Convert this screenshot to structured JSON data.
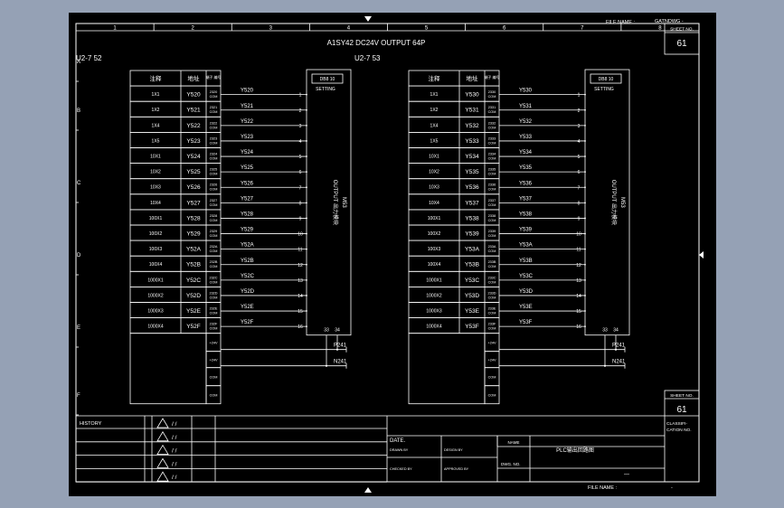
{
  "title": "A1SY42  DC24V OUTPUT 64P",
  "file_name_label": "FILE NAME :",
  "file_name_value": "GATNDWG -",
  "bottom_file_name_label": "FILE NAME :",
  "bottom_file_name_value": "-",
  "sheet_no_label": "SHEET NO.",
  "sheet_no": "61",
  "columns": [
    "1",
    "2",
    "3",
    "4",
    "5",
    "6",
    "7",
    "8"
  ],
  "rows": [
    "A",
    "B",
    "C",
    "D",
    "E",
    "F"
  ],
  "table_header": {
    "annotation": "注释",
    "address": "地址",
    "terminal": "端子 编号"
  },
  "blocks": [
    {
      "label": "U2-7 52",
      "module_top": "DB8 10",
      "module_sub": "SETTING",
      "module_name": "OUTPUT",
      "module_cn": "出力模块",
      "module_id": "M53",
      "pins_bottom": [
        "33",
        "34"
      ],
      "power_p": "P241",
      "power_n": "N241",
      "rows": [
        {
          "note": "1X1",
          "addr": "Y520",
          "term": "2320",
          "pin": "1"
        },
        {
          "note": "1X2",
          "addr": "Y521",
          "term": "2321",
          "pin": "2"
        },
        {
          "note": "1X4",
          "addr": "Y522",
          "term": "2322",
          "pin": "3"
        },
        {
          "note": "1X5",
          "addr": "Y523",
          "term": "2323",
          "pin": "4"
        },
        {
          "note": "10X1",
          "addr": "Y524",
          "term": "2324",
          "pin": "5"
        },
        {
          "note": "10X2",
          "addr": "Y525",
          "term": "2325",
          "pin": "6"
        },
        {
          "note": "10X3",
          "addr": "Y526",
          "term": "2326",
          "pin": "7"
        },
        {
          "note": "10X4",
          "addr": "Y527",
          "term": "2327",
          "pin": "8"
        },
        {
          "note": "100X1",
          "addr": "Y528",
          "term": "2328",
          "pin": "9"
        },
        {
          "note": "100X2",
          "addr": "Y529",
          "term": "2329",
          "pin": "10"
        },
        {
          "note": "100X3",
          "addr": "Y52A",
          "term": "232A",
          "pin": "11"
        },
        {
          "note": "100X4",
          "addr": "Y52B",
          "term": "232B",
          "pin": "12"
        },
        {
          "note": "1000X1",
          "addr": "Y52C",
          "term": "232C",
          "pin": "13"
        },
        {
          "note": "1000X2",
          "addr": "Y52D",
          "term": "232D",
          "pin": "14"
        },
        {
          "note": "1000X3",
          "addr": "Y52E",
          "term": "232E",
          "pin": "15"
        },
        {
          "note": "1000X4",
          "addr": "Y52F",
          "term": "232F",
          "pin": "16"
        }
      ],
      "extra_terms": [
        "+24V",
        "+24V",
        "COM",
        "COM"
      ]
    },
    {
      "label": "U2-7 53",
      "module_top": "DB8 10",
      "module_sub": "SETTING",
      "module_name": "OUTPUT",
      "module_cn": "出力模块",
      "module_id": "M53",
      "pins_bottom": [
        "33",
        "34"
      ],
      "power_p": "P241",
      "power_n": "N241",
      "rows": [
        {
          "note": "1X1",
          "addr": "Y530",
          "term": "2330",
          "pin": "1"
        },
        {
          "note": "1X2",
          "addr": "Y531",
          "term": "2331",
          "pin": "2"
        },
        {
          "note": "1X4",
          "addr": "Y532",
          "term": "2332",
          "pin": "3"
        },
        {
          "note": "1X5",
          "addr": "Y533",
          "term": "2333",
          "pin": "4"
        },
        {
          "note": "10X1",
          "addr": "Y534",
          "term": "2334",
          "pin": "5"
        },
        {
          "note": "10X2",
          "addr": "Y535",
          "term": "2335",
          "pin": "6"
        },
        {
          "note": "10X3",
          "addr": "Y536",
          "term": "2336",
          "pin": "7"
        },
        {
          "note": "10X4",
          "addr": "Y537",
          "term": "2337",
          "pin": "8"
        },
        {
          "note": "100X1",
          "addr": "Y538",
          "term": "2338",
          "pin": "9"
        },
        {
          "note": "100X2",
          "addr": "Y539",
          "term": "2339",
          "pin": "10"
        },
        {
          "note": "100X3",
          "addr": "Y53A",
          "term": "233A",
          "pin": "11"
        },
        {
          "note": "100X4",
          "addr": "Y53B",
          "term": "233B",
          "pin": "12"
        },
        {
          "note": "1000X1",
          "addr": "Y53C",
          "term": "233C",
          "pin": "13"
        },
        {
          "note": "1000X2",
          "addr": "Y53D",
          "term": "233D",
          "pin": "14"
        },
        {
          "note": "1000X3",
          "addr": "Y53E",
          "term": "233E",
          "pin": "15"
        },
        {
          "note": "1000X4",
          "addr": "Y53F",
          "term": "233F",
          "pin": "16"
        }
      ],
      "extra_terms": [
        "+24V",
        "+24V",
        "COM",
        "COM"
      ]
    }
  ],
  "title_block": {
    "history": "HISTORY",
    "slash": "/ /",
    "date": "DATE.",
    "drawn_by": "DRAWN BY",
    "checked_by": "CHECKED BY",
    "design_by": "DESIGN BY",
    "approved_by": "APPROVED BY",
    "name_label": "NAME",
    "name_value": "PLC输出回路图",
    "dwg_no": "DWG. NO.",
    "dwg_value": "—",
    "classification": "CLASSIFI- CATION NO.",
    "sheet_no_label": "SHEET NO.",
    "sheet_no": "61"
  }
}
